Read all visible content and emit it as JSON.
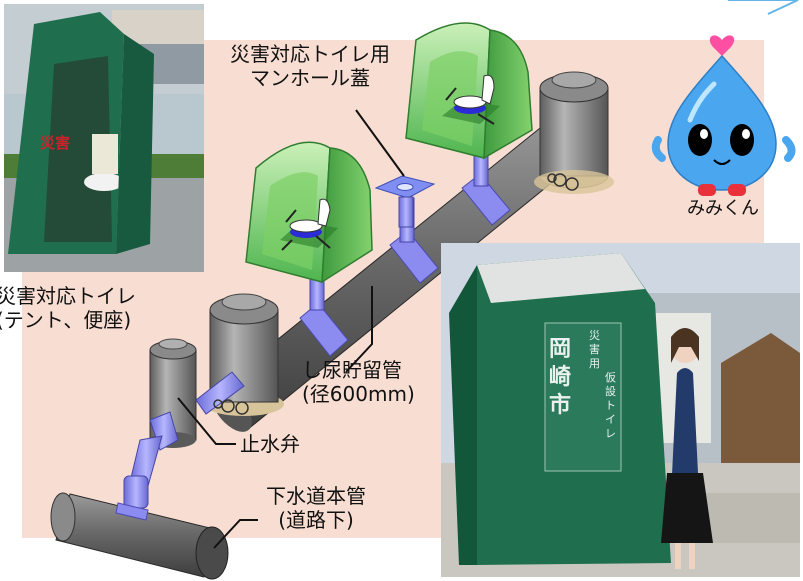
{
  "labels": {
    "manhole_cover_l1": "災害対応トイレ用",
    "manhole_cover_l2": "マンホール蓋",
    "tent_toilet_l1": "災害対応トイレ",
    "tent_toilet_l2": "(テント、便座)",
    "storage_pipe_l1": "し尿貯留管",
    "storage_pipe_l2": "(径600mm)",
    "stop_valve": "止水弁",
    "main_sewer_l1": "下水道本管",
    "main_sewer_l2": "(道路下)",
    "mascot_name": "みみくん"
  },
  "photo_text": {
    "tent_mark": "災害",
    "sign_big": "岡崎市",
    "sign_small_1": "災害用",
    "sign_small_2": "仮設トイレ"
  },
  "colors": {
    "backdrop": "#f8ded2",
    "tent_green": "#5cc060",
    "pipe_gray": "#6e6e6e",
    "connector_blue": "#8b8bf0",
    "mascot_blue": "#4aa6ee",
    "photo_tent_green": "#1f6f4e"
  }
}
